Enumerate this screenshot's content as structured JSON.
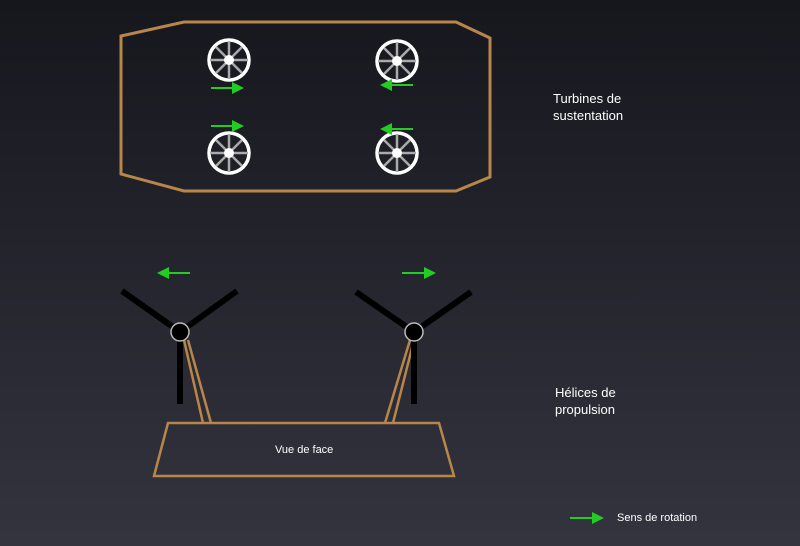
{
  "labels": {
    "lift_turbines": [
      "Turbines de",
      "sustentation"
    ],
    "propulsion": [
      "Hélices de",
      "propulsion"
    ],
    "front_view": "Vue de face",
    "legend": "Sens de rotation"
  },
  "colors": {
    "hull": "#b8864a",
    "arrow": "#22cc22",
    "blade": "#000000",
    "wheel": "#ffffff"
  },
  "lift_turbine_directions": [
    "right",
    "left",
    "right",
    "left"
  ],
  "propeller_directions": [
    "left",
    "right"
  ]
}
